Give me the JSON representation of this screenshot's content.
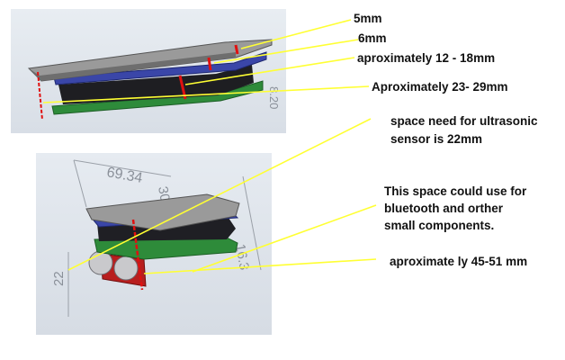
{
  "annotations": {
    "a5mm": "5mm",
    "a6mm": "6mm",
    "a12_18": "aproximately 12 - 18mm",
    "a23_29": "Aproximately 23- 29mm",
    "ultrasonic_1": "space need for ultrasonic",
    "ultrasonic_2": "sensor is 22mm",
    "bt_1": "This space could use for",
    "bt_2": "bluetooth and orther",
    "bt_3": "small components.",
    "a45_51": "aproximate ly 45-51 mm"
  },
  "cad_dimensions": {
    "top_side": "8.20",
    "bottom_width": "69.34",
    "bottom_side_upper": "30",
    "bottom_side_lower": "16.3",
    "bottom_height": "22"
  },
  "colors": {
    "leader_line": "#ffff33",
    "marker": "#e01010",
    "pcb": "#2e8b3a",
    "lid": "#7a7a7a",
    "tray": "#3a46a8",
    "sensor_block": "#b81e1e"
  }
}
